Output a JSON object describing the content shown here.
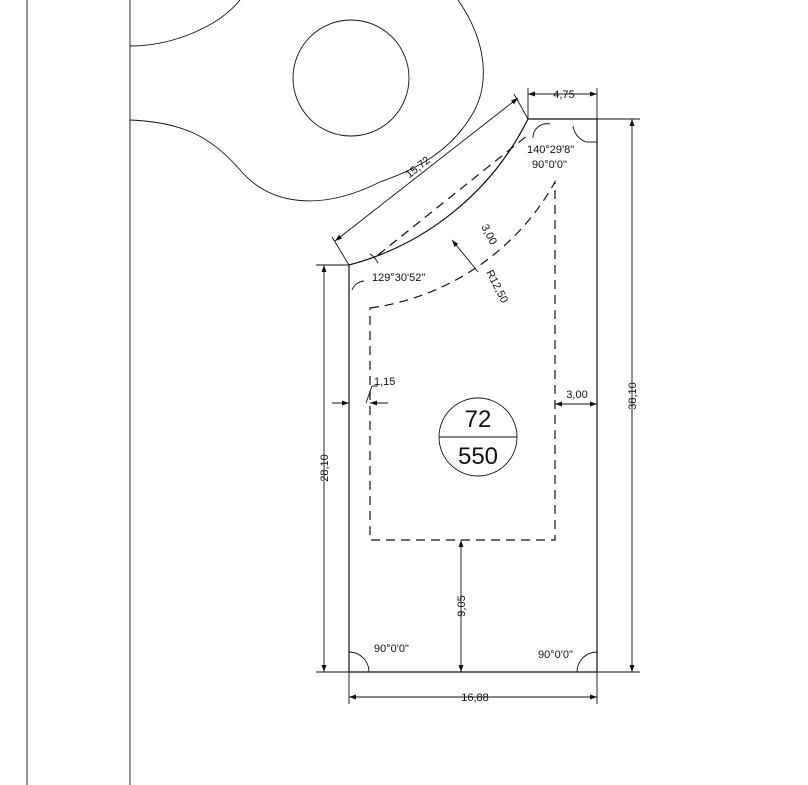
{
  "dimensions": {
    "top_width": "4,75",
    "slanted_edge": "15,72",
    "angle_top": "140°29'8\"",
    "angle_top_right": "90°0'0\"",
    "offset_arc": "3,00",
    "radius": "R12,50",
    "angle_left": "129°30'52\"",
    "left_offset": "1,15",
    "right_offset": "3,00",
    "right_height": "38,10",
    "left_height": "28,10",
    "bottom_offset": "9,05",
    "angle_bottom_left": "90°0'0\"",
    "angle_bottom_right": "90°0'0\"",
    "bottom_width": "16,88"
  },
  "label": {
    "top": "72",
    "bottom": "550"
  }
}
